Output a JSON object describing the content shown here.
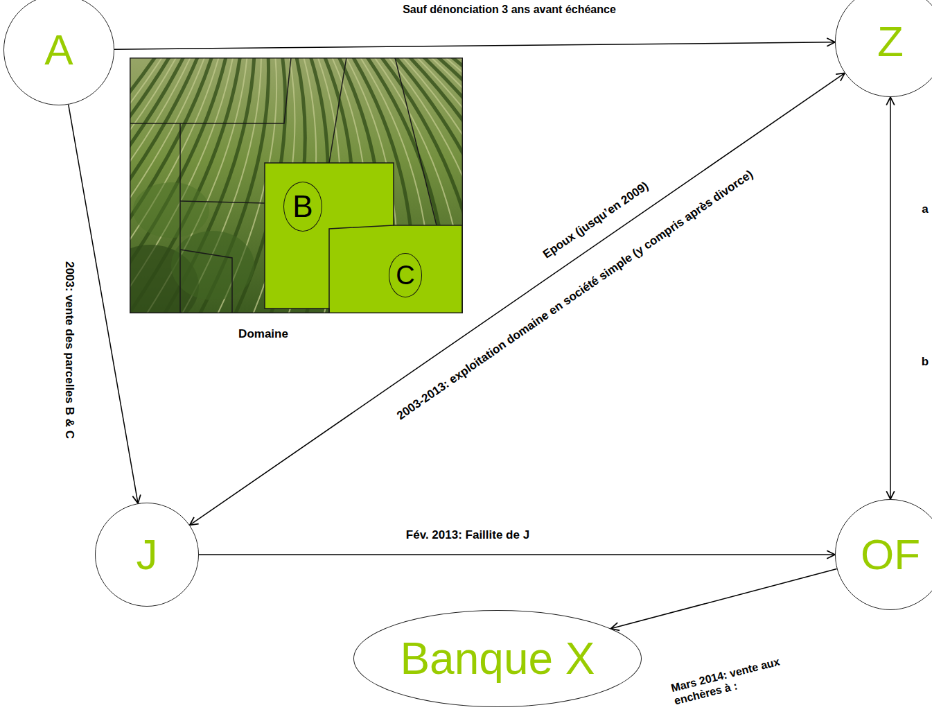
{
  "diagram": {
    "nodes": [
      {
        "text": [
          "A"
        ]
      },
      {
        "text": [
          "Z"
        ]
      },
      {
        "text": [
          "B"
        ]
      },
      {
        "text": [
          "C"
        ]
      },
      {
        "text": [
          "J"
        ]
      },
      {
        "text": [
          "OF"
        ]
      },
      {
        "text": [
          "Banque X"
        ]
      }
    ],
    "edges": [
      {
        "from": 0,
        "to": 1,
        "arrow": "to",
        "label": "Sauf dénonciation 3 ans avant échéance"
      },
      {
        "from": 0,
        "to": 4,
        "arrow": "to",
        "label": "2003: vente des parcelles B & C"
      },
      {
        "from": 4,
        "to": 1,
        "arrow": "both",
        "label": "2003-2013: exploitation domaine en société simple (y compris après divorce)"
      },
      {
        "from": 1,
        "to": 5,
        "arrow": "both"
      },
      {
        "from": 4,
        "to": 5,
        "arrow": "to",
        "label": "Fév. 2013: Faillite de J"
      },
      {
        "from": 5,
        "to": 6,
        "arrow": "to",
        "label": "Mars 2014: vente aux enchères à :"
      }
    ],
    "labels": [
      "Domaine",
      "Epoux (jusqu’en 2009)",
      "a",
      "b"
    ]
  }
}
